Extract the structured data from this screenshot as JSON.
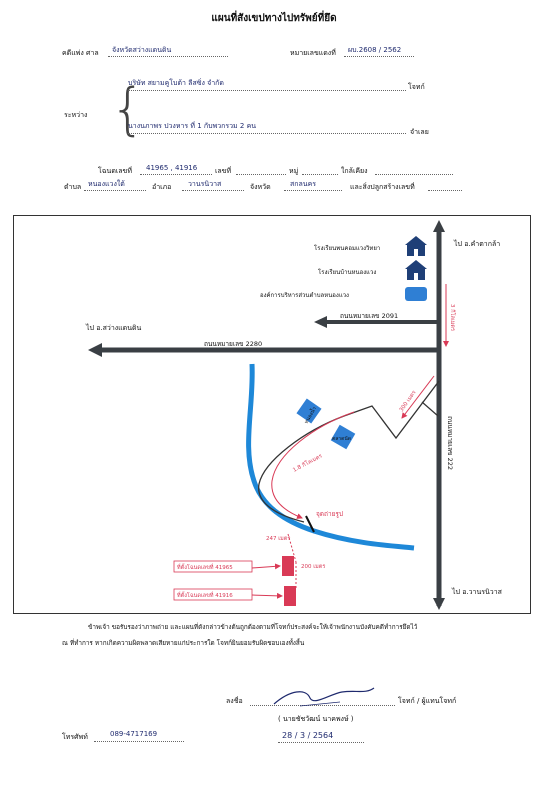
{
  "title": "แผนที่สังเขปทางไปทรัพย์ที่ยึด",
  "header": {
    "court_label": "คดีแพ่ง ศาล",
    "court_value": "จังหวัดสว่างแดนดิน",
    "case_no_label": "หมายเลขแดงที่",
    "case_no_value": "ผบ.2608 / 2562"
  },
  "parties": {
    "between_label": "ระหว่าง",
    "plaintiff": "บริษัท สยามคูโบต้า ลีสซิ่ง จำกัด",
    "plaintiff_role": "โจทก์",
    "defendant": "นางนภาพร ปวงหาร ที่ 1 กับพวกรวม 2 คน",
    "defendant_role": "จำเลย"
  },
  "land": {
    "deed_label": "โฉนดเลขที่",
    "deed_value": "41965 , 41916",
    "house_label": "เลขที่",
    "moo_label": "หมู่",
    "near_label": "ใกล้เคียง",
    "tambon_label": "ตำบล",
    "tambon_value": "หนองแวงใต้",
    "amphoe_label": "อำเภอ",
    "amphoe_value": "วานรนิวาส",
    "province_label": "จังหวัด",
    "province_value": "สกลนคร",
    "building_label": "และสิ่งปลูกสร้างเลขที่"
  },
  "map": {
    "to_kham_ta_kla": "ไป อ.คำตากล้า",
    "to_sawang_daen_din": "ไป อ.สว่างแดนดิน",
    "to_wanon_niwat": "ไป อ.วานรนิวาส",
    "school_1": "โรงเรียนพนคอมแวงวิทยา",
    "school_2": "โรงเรียนบ้านหนองแวง",
    "sao_office": "องค์การบริหารส่วนตำบลหนองแวง",
    "road_2091": "ถนนหมายเลข 2091",
    "road_2280": "ถนนหมายเลข 2280",
    "road_222": "ถนนหมายเลข 222",
    "dist_3km": "3 กิโลเมตร",
    "dist_300m": "300 เมตร",
    "dist_18km": "1.8 กิโลเมตร",
    "dist_247m": "247 เมตร",
    "dist_200m": "200 เมตร",
    "photo_point": "จุดถ่ายรูป",
    "pond": "หนองน้ำ",
    "village": "ตลาดนัด",
    "plot_41965": "ที่ตั้งโฉนดเลขที่ 41965",
    "plot_41916": "ที่ตั้งโฉนดเลขที่ 41916"
  },
  "certify": {
    "line1": "ข้าพเจ้า ขอรับรองว่าภาพถ่าย และแผนที่ดังกล่าวข้างต้นถูกต้องตามที่โจทก์ประสงค์จะให้เจ้าพนักงานบังคับคดีทำการยึดไว้",
    "line2": "ณ ที่ทำการ หากเกิดความผิดพลาดเสียหายแก่ประการใด โจทก์ยินยอมรับผิดชอบเองทั้งสิ้น"
  },
  "signature": {
    "sign_label": "ลงชื่อ",
    "sign_role": "โจทก์ / ผู้แทนโจทก์",
    "name": "( นายชัชวัฒน์ นาคพงษ์ )",
    "date": "28 / 3 / 2564",
    "phone_label": "โทรศัพท์",
    "phone_value": "089-4717169"
  },
  "colors": {
    "road": "#3a3f44",
    "river": "#1e88d8",
    "red": "#d93a56",
    "ink": "#1f2a6e",
    "box": "#2f7fd4"
  }
}
